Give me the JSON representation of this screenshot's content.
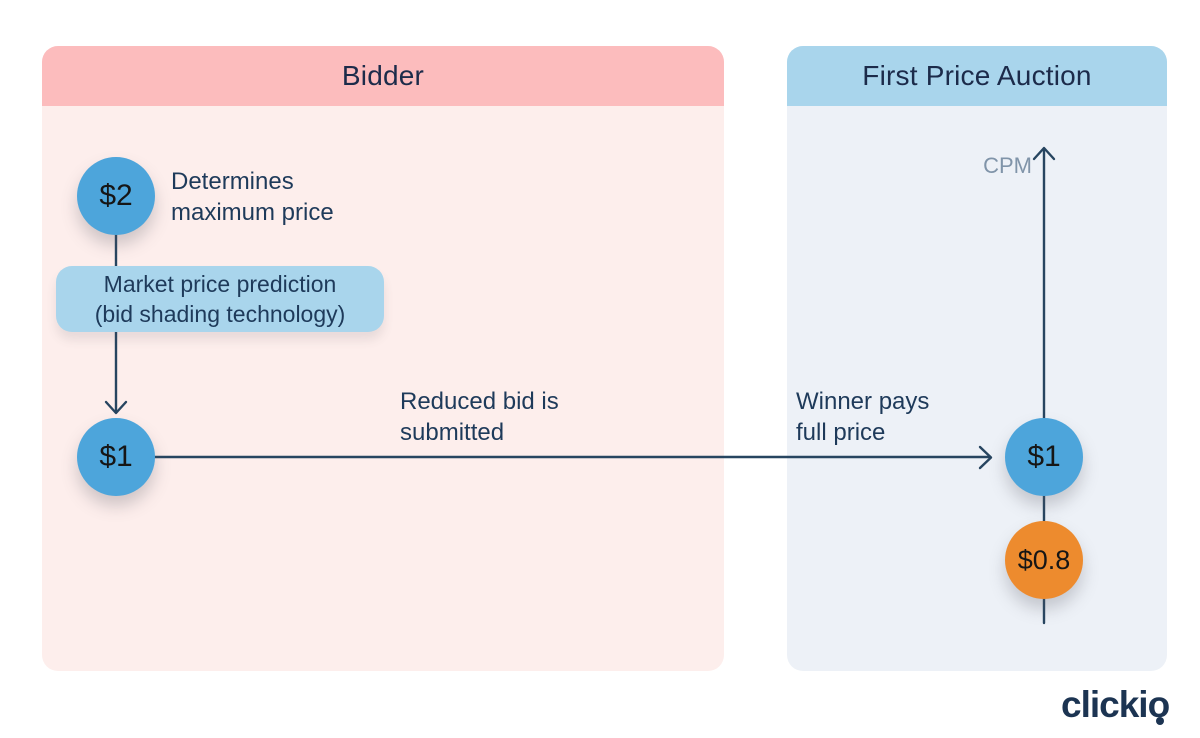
{
  "diagram": {
    "bidder": {
      "title": "Bidder",
      "max_price_circle": "$2",
      "determines_label": "Determines\nmaximum price",
      "prediction_box": "Market price prediction\n(bid shading technology)",
      "reduced_circle": "$1",
      "reduced_label": "Reduced bid is\nsubmitted"
    },
    "auction": {
      "title": "First Price Auction",
      "axis_label": "CPM",
      "winner_label": "Winner pays\nfull price",
      "paid_circle": "$1",
      "shaded_circle": "$0.8"
    },
    "logo_text": "clickio"
  },
  "colors": {
    "bidder_header": "#fcbcbd",
    "bidder_body": "#fdeeec",
    "auction_header": "#a9d5ec",
    "auction_body": "#edf1f7",
    "bid_circle_blue": "#4da5db",
    "shaded_circle_orange": "#ed8b2e",
    "arrow_navy": "#274560",
    "text_navy": "#1e3a5a",
    "cpm_gray": "#8094a9",
    "logo_navy": "#1c3452"
  }
}
